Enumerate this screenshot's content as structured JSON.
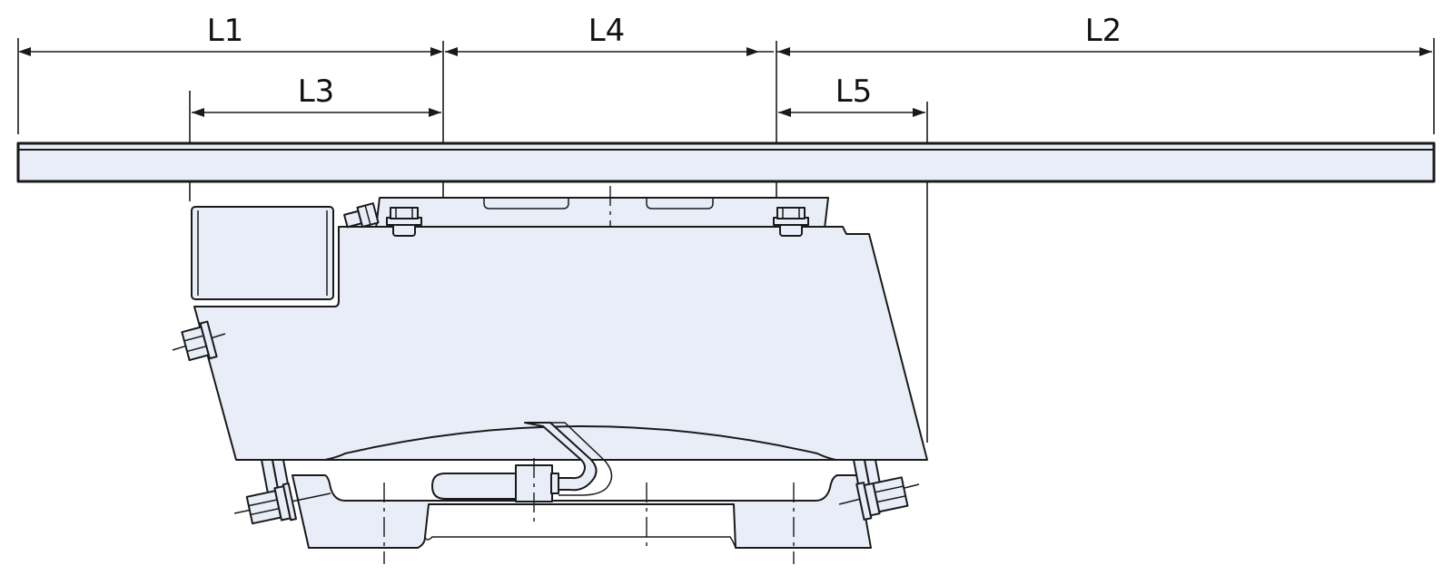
{
  "dimensions": {
    "l1": "L1",
    "l2": "L2",
    "l3": "L3",
    "l4": "L4",
    "l5": "L5"
  },
  "colors": {
    "part_fill": "#e8edf8",
    "outline": "#1a1a1a",
    "background": "#ffffff"
  }
}
